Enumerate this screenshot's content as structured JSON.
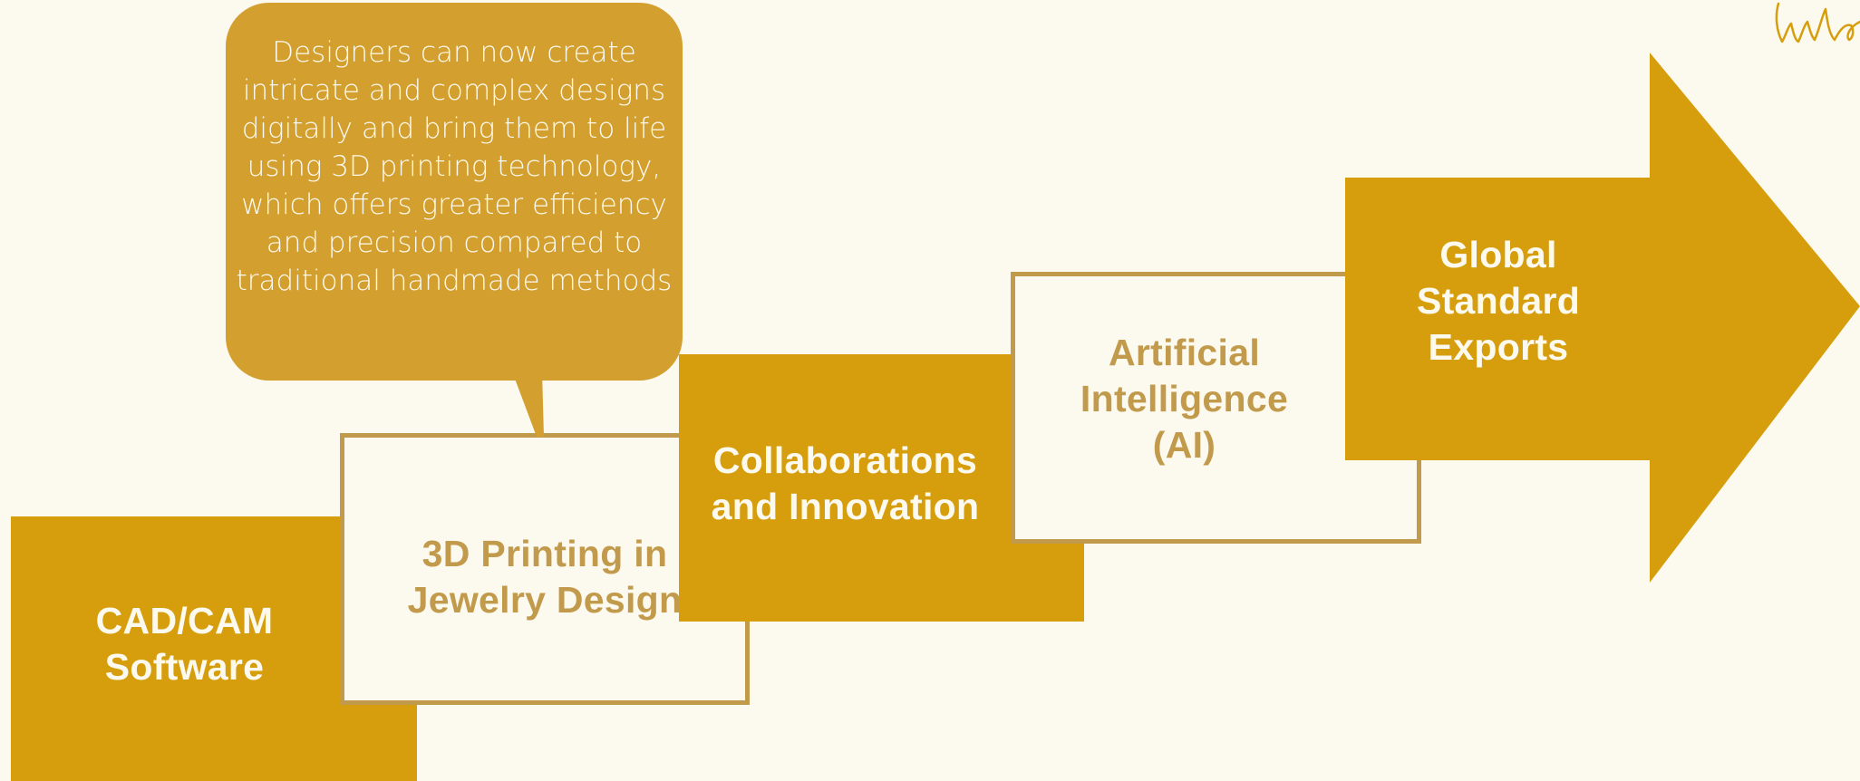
{
  "steps": [
    {
      "label": "CAD/CAM\nSoftware"
    },
    {
      "label": "3D Printing in\nJewelry Design"
    },
    {
      "label": "Collaborations\nand Innovation"
    },
    {
      "label": "Artificial\nIntelligence\n(AI)"
    },
    {
      "label": "Global\nStandard\nExports"
    }
  ],
  "callout": {
    "text": "Designers can now create intricate and complex designs digitally and bring them to life using 3D printing technology, which offers greater efficiency and precision compared to traditional handmade methods"
  },
  "colors": {
    "gold": "#D69E0D",
    "callout": "#D39F2E",
    "outline": "#C29A4C",
    "background": "#FCF9EE"
  },
  "icons": {
    "logo": "handwritten-signature-logo"
  }
}
